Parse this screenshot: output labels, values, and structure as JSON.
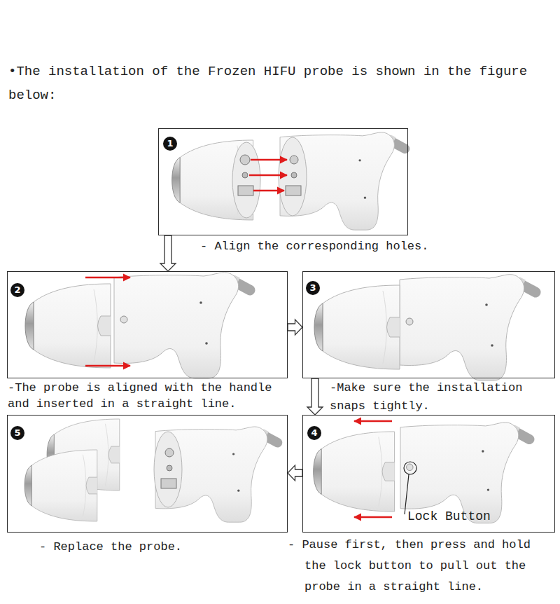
{
  "diagram": {
    "title": "•The installation of the Frozen HIFU probe is shown in the figure below:",
    "nodes": [
      {
        "text": [
          "1",
          "- Align the corresponding holes."
        ]
      },
      {
        "text": [
          "2",
          "-The probe is aligned with the handle and inserted in a straight line."
        ]
      },
      {
        "text": [
          "3",
          "-Make sure the installation snaps tightly."
        ]
      },
      {
        "text": [
          "4",
          "- Pause first, then press and hold the lock button to pull out the probe in a straight line."
        ]
      },
      {
        "text": [
          "5",
          "- Replace the probe."
        ]
      }
    ],
    "edges": [
      {
        "from": 0,
        "to": 1,
        "arrow": "to"
      },
      {
        "from": 1,
        "to": 2,
        "arrow": "to"
      },
      {
        "from": 2,
        "to": 3,
        "arrow": "to"
      },
      {
        "from": 3,
        "to": 4,
        "arrow": "to"
      }
    ],
    "labels": [
      "Lock Button"
    ]
  }
}
